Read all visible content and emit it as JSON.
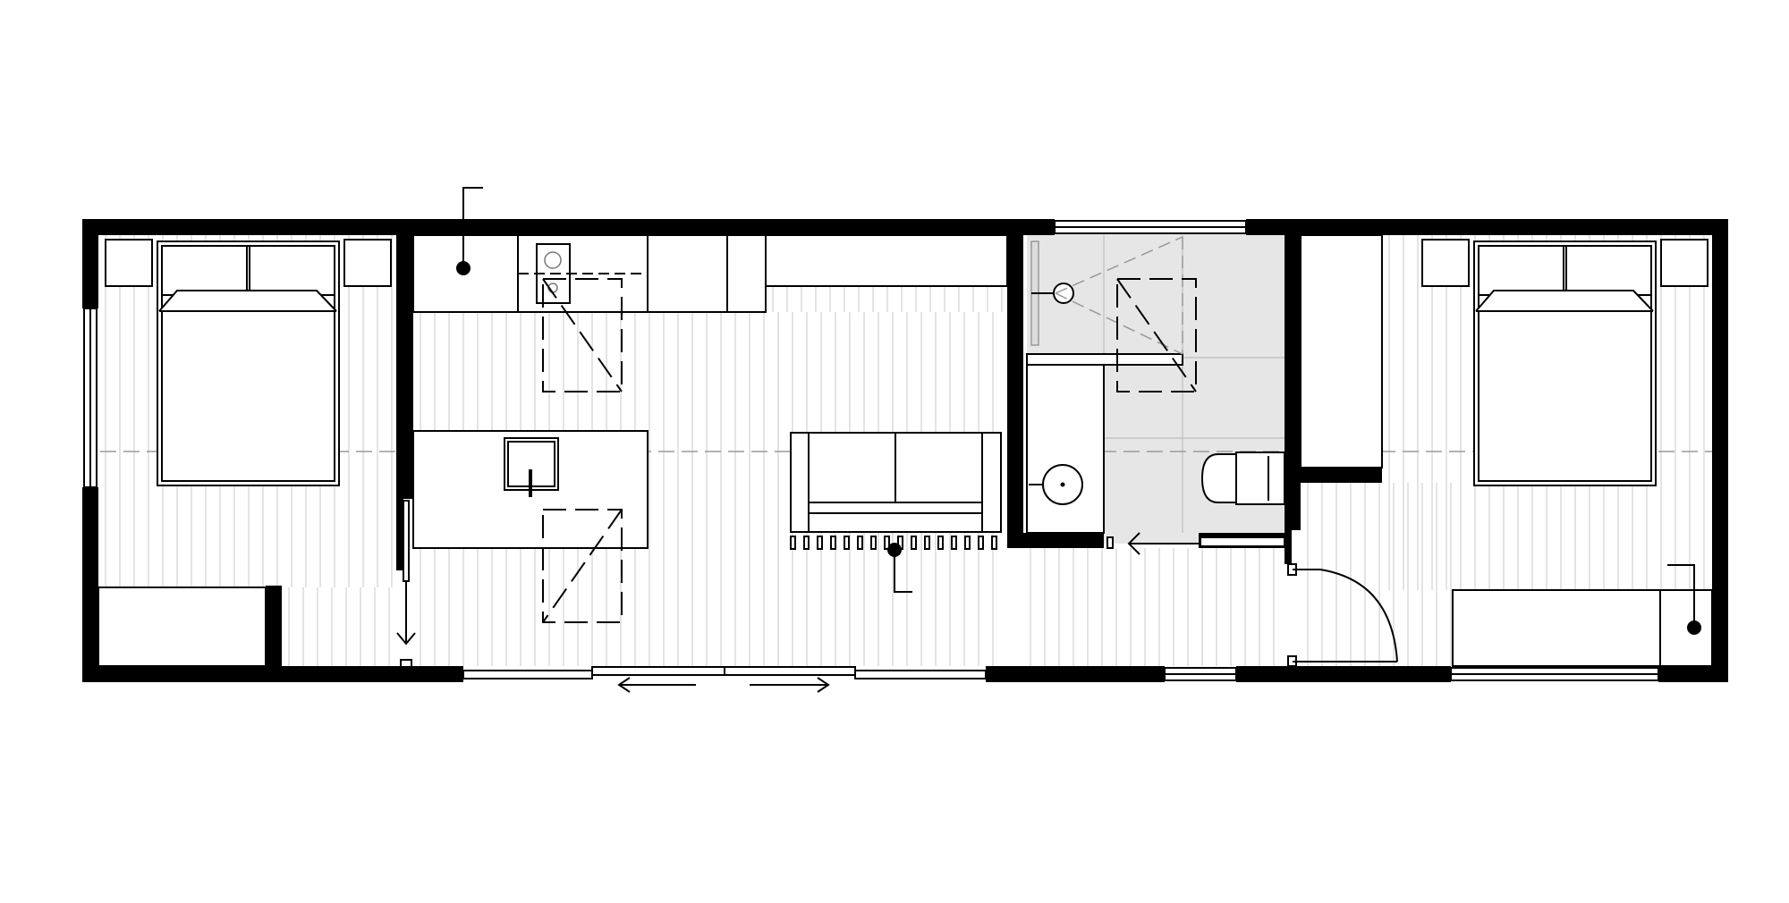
{
  "diagram": {
    "kind": "floor-plan",
    "labels": [],
    "colors": {
      "background": "#ffffff",
      "wall": "#000000",
      "line": "#000000",
      "floor_boards": "#c8c8c8",
      "bathroom_tile_fill": "#e6e6e6",
      "bathroom_grid": "#bdbdbd",
      "centerline": "#9a9a9a"
    },
    "rooms": [
      {
        "id": "bedroom-left",
        "fixtures": [
          "double-bed",
          "nightstand",
          "nightstand",
          "wardrobe"
        ]
      },
      {
        "id": "kitchen",
        "fixtures": [
          "counter",
          "cooktop",
          "fridge",
          "island",
          "sink",
          "bar-stool",
          "bar-stool"
        ]
      },
      {
        "id": "living",
        "fixtures": [
          "sofa",
          "radiator",
          "wall-light"
        ]
      },
      {
        "id": "bathroom",
        "fixtures": [
          "shower",
          "vanity-basin",
          "toilet",
          "towel-rail"
        ]
      },
      {
        "id": "bedroom-right",
        "fixtures": [
          "double-bed",
          "nightstand",
          "nightstand",
          "wardrobe",
          "closet",
          "desk"
        ]
      }
    ],
    "openings": [
      "sliding-door",
      "swing-door",
      "pocket-door",
      "bathroom-sliding-door",
      "window",
      "window",
      "window",
      "window",
      "window"
    ]
  }
}
